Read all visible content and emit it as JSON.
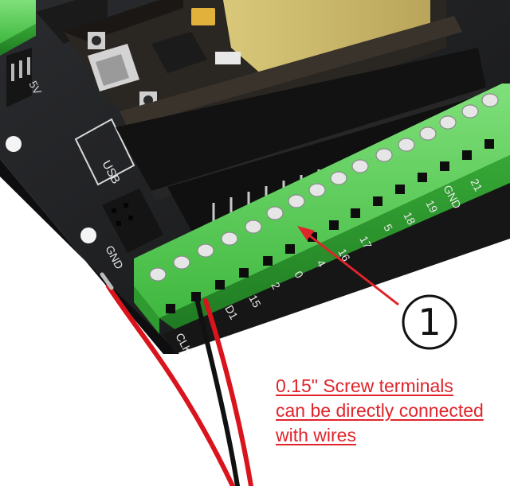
{
  "board_labels": {
    "usb": "USB",
    "gnd_left": "GND",
    "gnd_right": "GND",
    "five_v": "5V",
    "pin_clk": "CLK",
    "pin_d1": "D1",
    "pin_15": "15",
    "pin_2": "2",
    "pin_0": "0",
    "pin_4": "4",
    "pin_16": "16",
    "pin_17": "17",
    "pin_5": "5",
    "pin_18": "18",
    "pin_19": "19",
    "pin_21": "21"
  },
  "callout": {
    "number": "1"
  },
  "caption": {
    "line1": "0.15\" Screw terminals",
    "line2": "can be directly connected",
    "line3": "with wires"
  },
  "colors": {
    "board": "#1b1c1e",
    "terminal_green": "#4bc94b",
    "annotation_red": "#e0242b",
    "wire_red": "#d9141c",
    "wire_black": "#111111"
  }
}
